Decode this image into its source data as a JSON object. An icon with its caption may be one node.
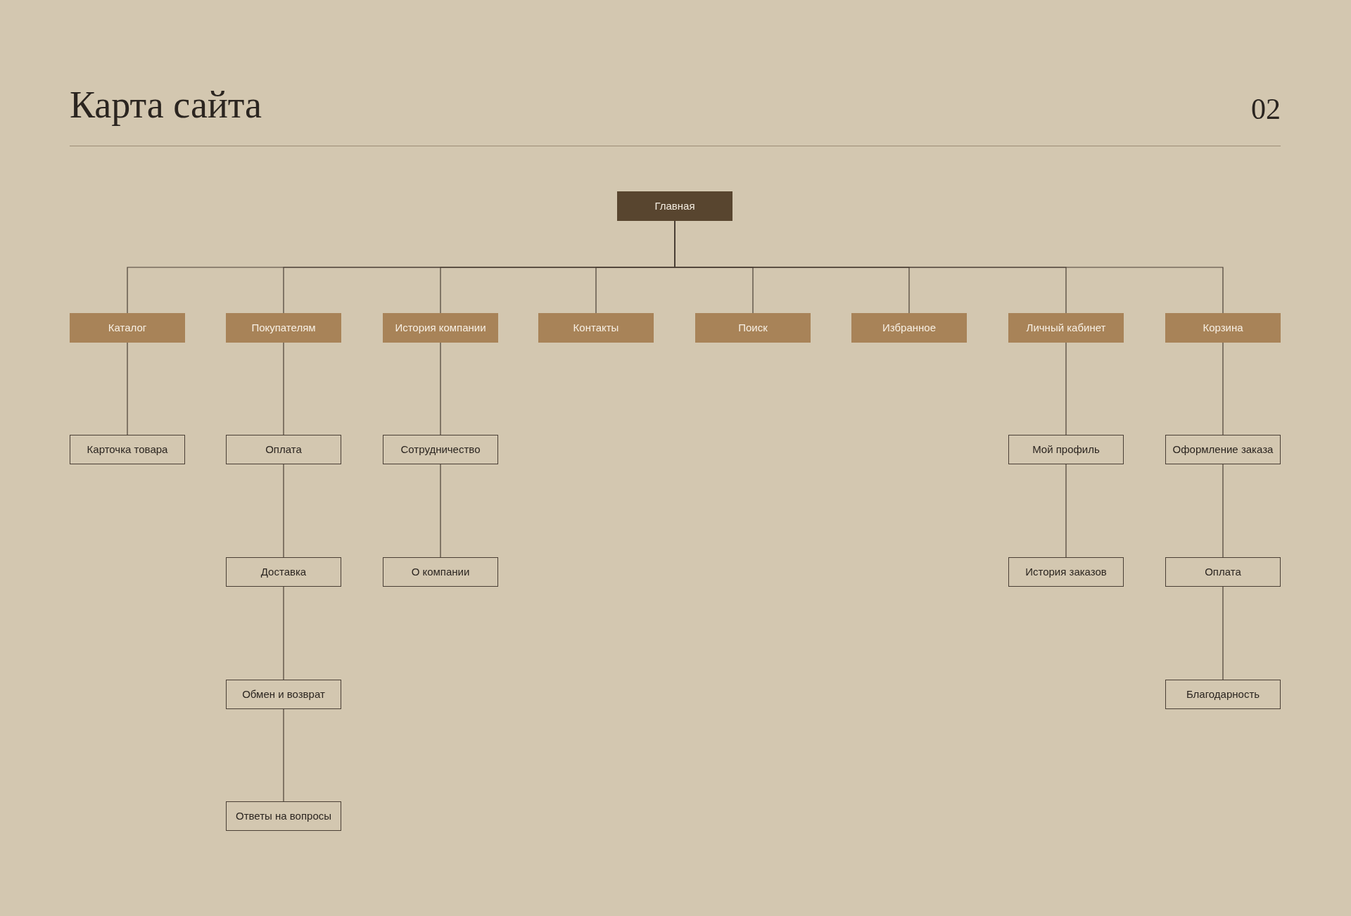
{
  "diagram": {
    "title": "Карта сайта",
    "nodes": [
      {
        "text": [
          "Главная"
        ]
      },
      {
        "text": [
          "Каталог"
        ]
      },
      {
        "text": [
          "Покупателям"
        ]
      },
      {
        "text": [
          "История компании"
        ]
      },
      {
        "text": [
          "Контакты"
        ]
      },
      {
        "text": [
          "Поиск"
        ]
      },
      {
        "text": [
          "Избранное"
        ]
      },
      {
        "text": [
          "Личный кабинет"
        ]
      },
      {
        "text": [
          "Корзина"
        ]
      },
      {
        "text": [
          "Карточка товара"
        ]
      },
      {
        "text": [
          "Оплата"
        ]
      },
      {
        "text": [
          "Доставка"
        ]
      },
      {
        "text": [
          "Обмен и возврат"
        ]
      },
      {
        "text": [
          "Ответы на вопросы"
        ]
      },
      {
        "text": [
          "Сотрудничество"
        ]
      },
      {
        "text": [
          "О компании"
        ]
      },
      {
        "text": [
          "Мой профиль"
        ]
      },
      {
        "text": [
          "История заказов"
        ]
      },
      {
        "text": [
          "Оформление заказа"
        ]
      },
      {
        "text": [
          "Оплата"
        ]
      },
      {
        "text": [
          "Благодарность"
        ]
      }
    ],
    "edges": [
      {
        "from": 0,
        "to": 1,
        "arrow": "none"
      },
      {
        "from": 0,
        "to": 2,
        "arrow": "none"
      },
      {
        "from": 0,
        "to": 3,
        "arrow": "none"
      },
      {
        "from": 0,
        "to": 4,
        "arrow": "none"
      },
      {
        "from": 0,
        "to": 5,
        "arrow": "none"
      },
      {
        "from": 0,
        "to": 6,
        "arrow": "none"
      },
      {
        "from": 0,
        "to": 7,
        "arrow": "none"
      },
      {
        "from": 0,
        "to": 8,
        "arrow": "none"
      },
      {
        "from": 1,
        "to": 9,
        "arrow": "none"
      },
      {
        "from": 2,
        "to": 10,
        "arrow": "none"
      },
      {
        "from": 10,
        "to": 11,
        "arrow": "none"
      },
      {
        "from": 11,
        "to": 12,
        "arrow": "none"
      },
      {
        "from": 12,
        "to": 13,
        "arrow": "none"
      },
      {
        "from": 3,
        "to": 14,
        "arrow": "none"
      },
      {
        "from": 14,
        "to": 15,
        "arrow": "none"
      },
      {
        "from": 7,
        "to": 16,
        "arrow": "none"
      },
      {
        "from": 16,
        "to": 17,
        "arrow": "none"
      },
      {
        "from": 8,
        "to": 18,
        "arrow": "none"
      },
      {
        "from": 18,
        "to": 19,
        "arrow": "none"
      },
      {
        "from": 19,
        "to": 20,
        "arrow": "none"
      }
    ],
    "labels": [
      "02"
    ]
  }
}
